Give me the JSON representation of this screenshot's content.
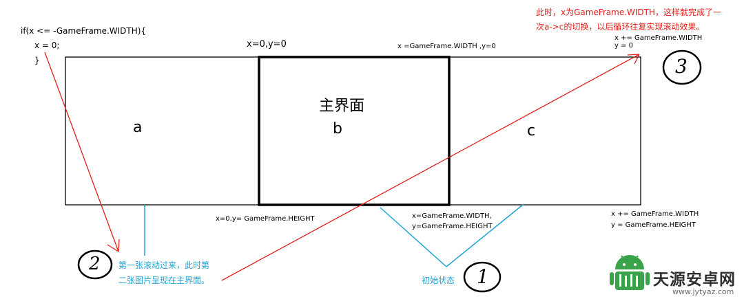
{
  "code": {
    "line1": "if(x <= -GameFrame.WIDTH){",
    "line2": "x = 0;",
    "line3": "}"
  },
  "boxes": {
    "a": "a",
    "b": "b",
    "c": "c",
    "main_title": "主界面"
  },
  "labels": {
    "b_top": "x=0,y=0",
    "c_top": "x =GameFrame.WIDTH ,y=0",
    "right_top_1": "x += GameFrame.WIDTH",
    "right_top_2": "y = 0",
    "b_bottom": "x=0,y= GameFrame.HEIGHT",
    "c_bottom_1": "x=GameFrame.WIDTH,",
    "c_bottom_2": "y=GameFrame.HEIGHT",
    "right_bottom_1": "x += GameFrame.WIDTH",
    "right_bottom_2": "y = GameFrame.HEIGHT"
  },
  "notes": {
    "top_red_1": "此时，x为GameFrame.WIDTH，这样就完成了一",
    "top_red_2": "次a->c的切换，以后循环往复实现滚动效果。",
    "cyan_left_1": "第一张滚动过来，此时第",
    "cyan_left_2": "二张图片呈现在主界面。",
    "cyan_initial": "初始状态"
  },
  "steps": {
    "step1": "1",
    "step2": "2",
    "step3": "3"
  },
  "watermark": {
    "name": "天源安卓网",
    "url": "www.jytyaz.com",
    "icon": "android-robot-icon"
  },
  "colors": {
    "red": "#e0201b",
    "cyan": "#1fa4d6",
    "black": "#000000",
    "watermark_green": "#3aa34a"
  }
}
